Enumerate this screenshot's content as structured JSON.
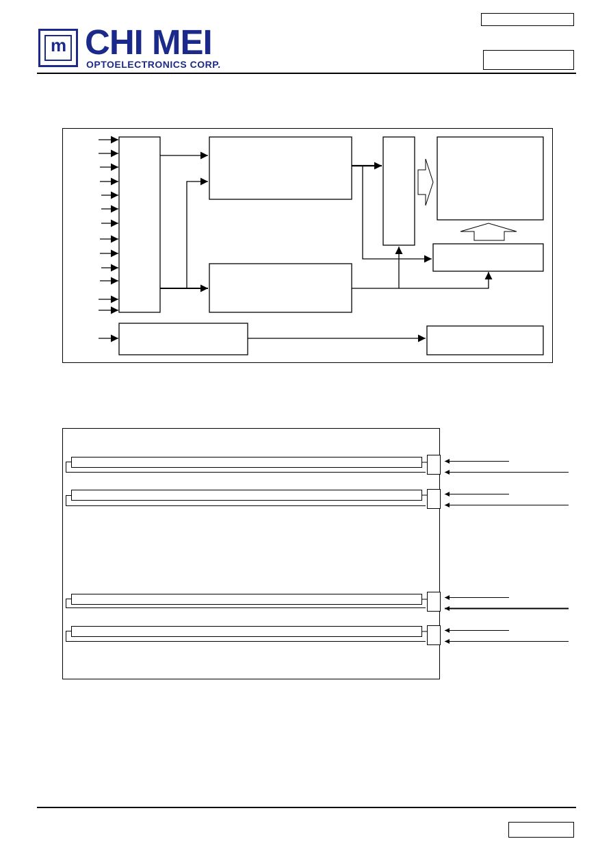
{
  "header": {
    "logo_mark": "m",
    "company_name": "CHI MEI",
    "company_subtitle": "OPTOELECTRONICS CORP."
  },
  "colors": {
    "brand_navy": "#1b2a8a",
    "line": "#000000"
  },
  "icons": [
    "logo-icon",
    "arrow-icon",
    "hollow-arrow-icon"
  ]
}
